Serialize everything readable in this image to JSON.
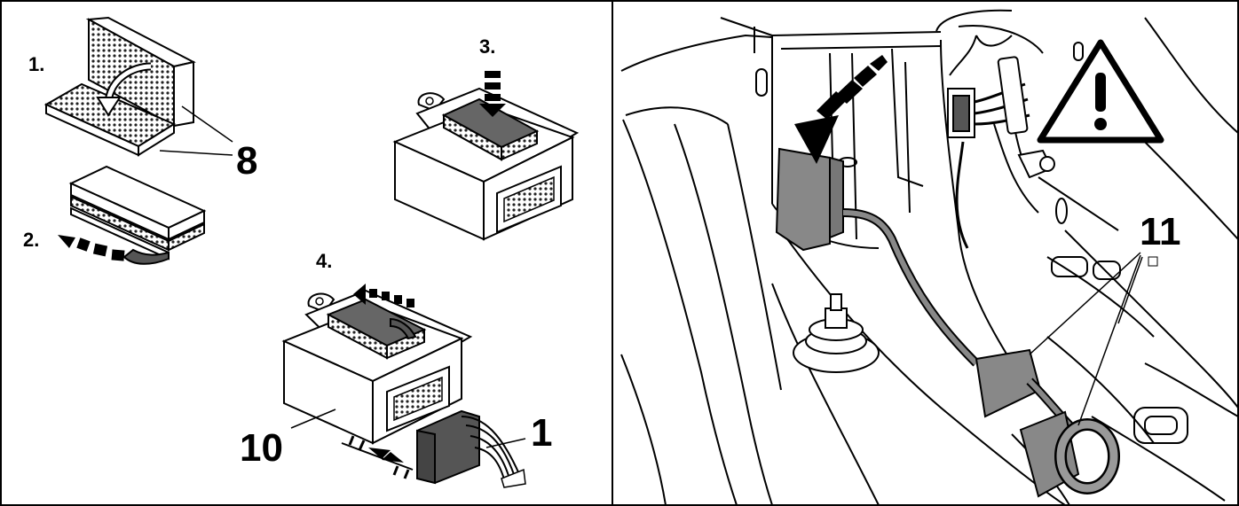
{
  "left_panel": {
    "steps": [
      "1.",
      "2.",
      "3.",
      "4."
    ],
    "callouts": {
      "velcro": "8",
      "module": "10",
      "connector": "1"
    }
  },
  "right_panel": {
    "callout": "11",
    "icons": [
      "warning-triangle-icon",
      "arrow-down-left-icon"
    ]
  }
}
